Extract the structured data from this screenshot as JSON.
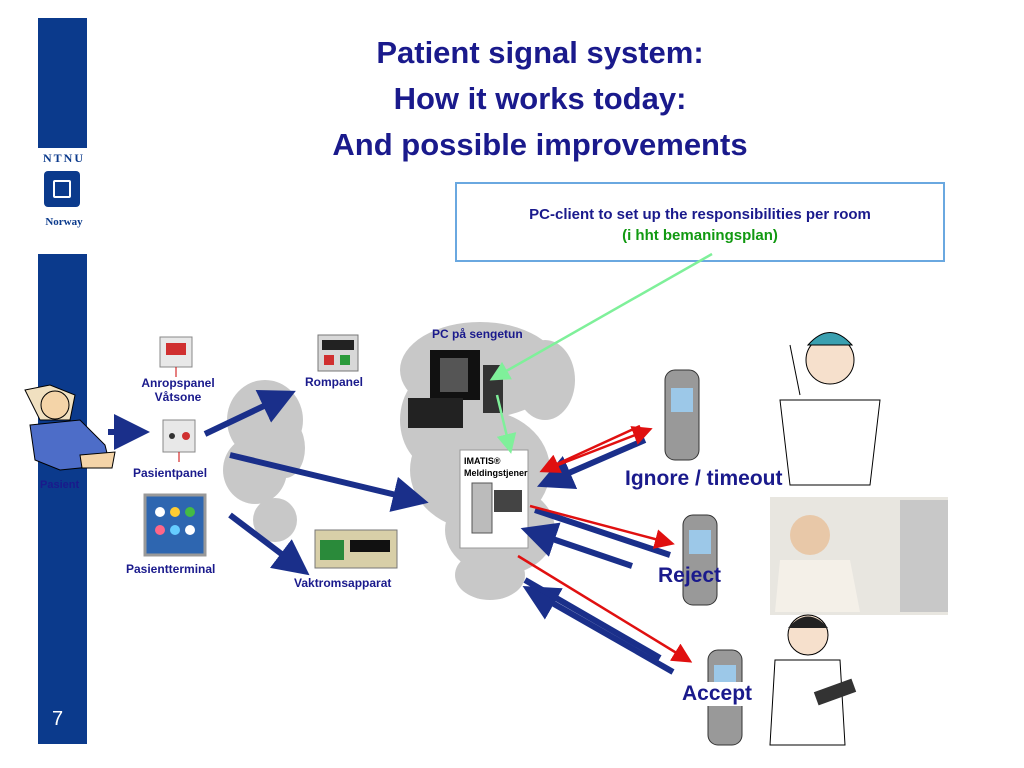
{
  "slide": {
    "title_lines": [
      "Patient signal system:",
      "How it works today:",
      "And possible improvements"
    ],
    "page_number": "7"
  },
  "logo": {
    "text": "NTNU",
    "country": "Norway"
  },
  "callout": {
    "line1": "PC-client to set up the responsibilities per room",
    "line2": "(i hht bemaningsplan)"
  },
  "labels": {
    "pasient": "Pasient",
    "anropspanel_1": "Anropspanel",
    "anropspanel_2": "Våtsone",
    "pasientpanel": "Pasientpanel",
    "pasientterminal": "Pasientterminal",
    "rompanel": "Rompanel",
    "vaktromsapparat": "Vaktromsapparat",
    "pc_sengetun": "PC på sengetun",
    "server_1": "IMATIS®",
    "server_2": "Meldingstjener"
  },
  "responses": {
    "ignore": "Ignore / timeout",
    "reject": "Reject",
    "accept": "Accept"
  },
  "colors": {
    "title": "#1a1a8c",
    "sidebar": "#0b3a8c",
    "arrow_blue": "#1a2f8a",
    "arrow_red": "#e01010",
    "link_green": "#7ff09a",
    "callout_border": "#6aa8e0"
  }
}
